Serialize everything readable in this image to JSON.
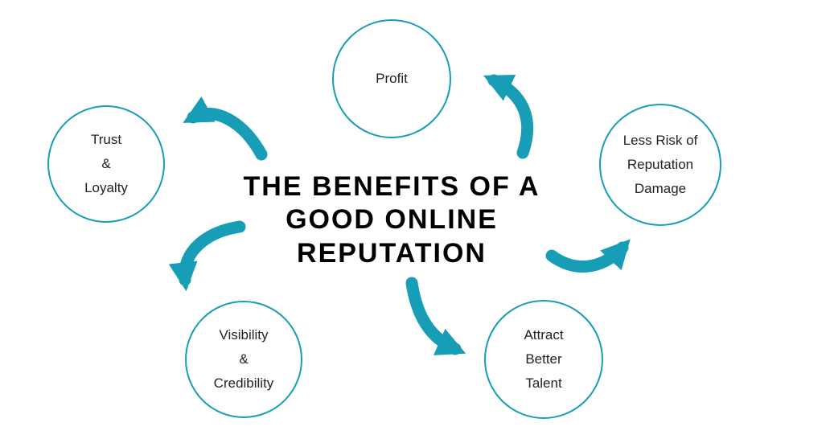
{
  "colors": {
    "accent": "#189db6",
    "node_fill": "#ffffff",
    "node_text": "#222222",
    "title_text": "#000000",
    "background": "#ffffff"
  },
  "title": {
    "lines": [
      "THE BENEFITS OF A",
      "GOOD ONLINE",
      "REPUTATION"
    ]
  },
  "nodes": [
    {
      "id": "profit",
      "lines": [
        "Profit"
      ]
    },
    {
      "id": "trust-loyalty",
      "lines": [
        "Trust",
        "&",
        "Loyalty"
      ]
    },
    {
      "id": "less-risk",
      "lines": [
        "Less Risk of",
        "Reputation",
        "Damage"
      ]
    },
    {
      "id": "visibility-credibility",
      "lines": [
        "Visibility",
        "&",
        "Credibility"
      ]
    },
    {
      "id": "attract-better-talent",
      "lines": [
        "Attract",
        "Better",
        "Talent"
      ]
    }
  ],
  "arrows": [
    {
      "name": "arrow-profit-to-trust",
      "from": "profit",
      "to": "trust-loyalty"
    },
    {
      "name": "arrow-trust-to-visibility",
      "from": "trust-loyalty",
      "to": "visibility-credibility"
    },
    {
      "name": "arrow-center-to-attract",
      "from": "visibility-credibility",
      "to": "attract-better-talent"
    },
    {
      "name": "arrow-attract-to-lessrisk",
      "from": "attract-better-talent",
      "to": "less-risk"
    },
    {
      "name": "arrow-lessrisk-to-profit",
      "from": "less-risk",
      "to": "profit"
    }
  ]
}
